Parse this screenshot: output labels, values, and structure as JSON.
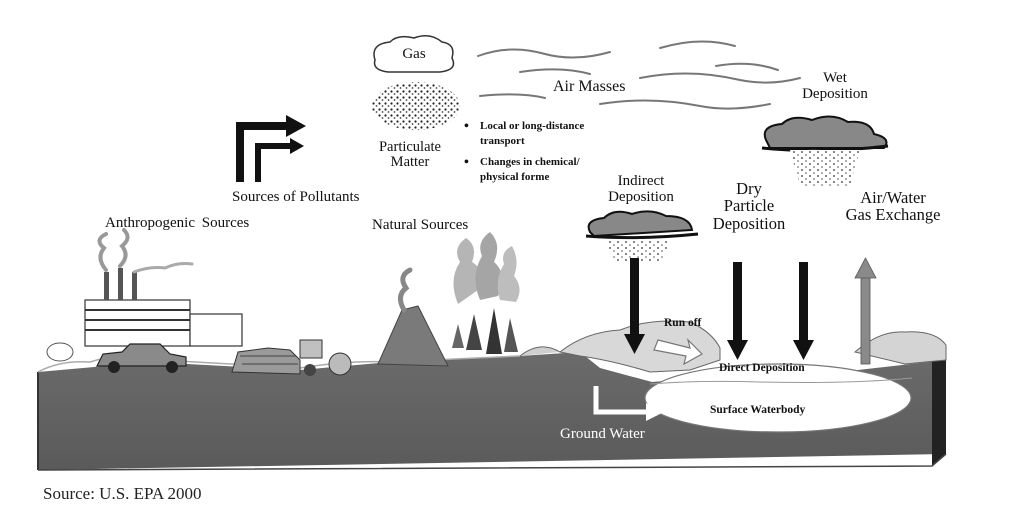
{
  "labels": {
    "gas": "Gas",
    "air_masses": "Air Masses",
    "wet_deposition": "Wet\nDeposition",
    "particulate_matter": "Particulate\nMatter",
    "transport_notes": [
      "Local or long-distance\ntransport",
      "Changes in chemical/\nphysical forme"
    ],
    "indirect_deposition": "Indirect\nDeposition",
    "dry_particle_deposition": "Dry\nParticle\nDeposition",
    "air_water_exchange": "Air/Water\nGas Exchange",
    "sources_of_pollutants": "Sources of Pollutants",
    "anthropogenic_sources": "Anthropogenic Sources",
    "natural_sources": "Natural Sources",
    "run_off": "Run off",
    "direct_deposition": "Direct Deposition",
    "surface_waterbody": "Surface Waterbody",
    "ground_water": "Ground Water"
  },
  "source_caption": "Source: U.S. EPA 2000"
}
